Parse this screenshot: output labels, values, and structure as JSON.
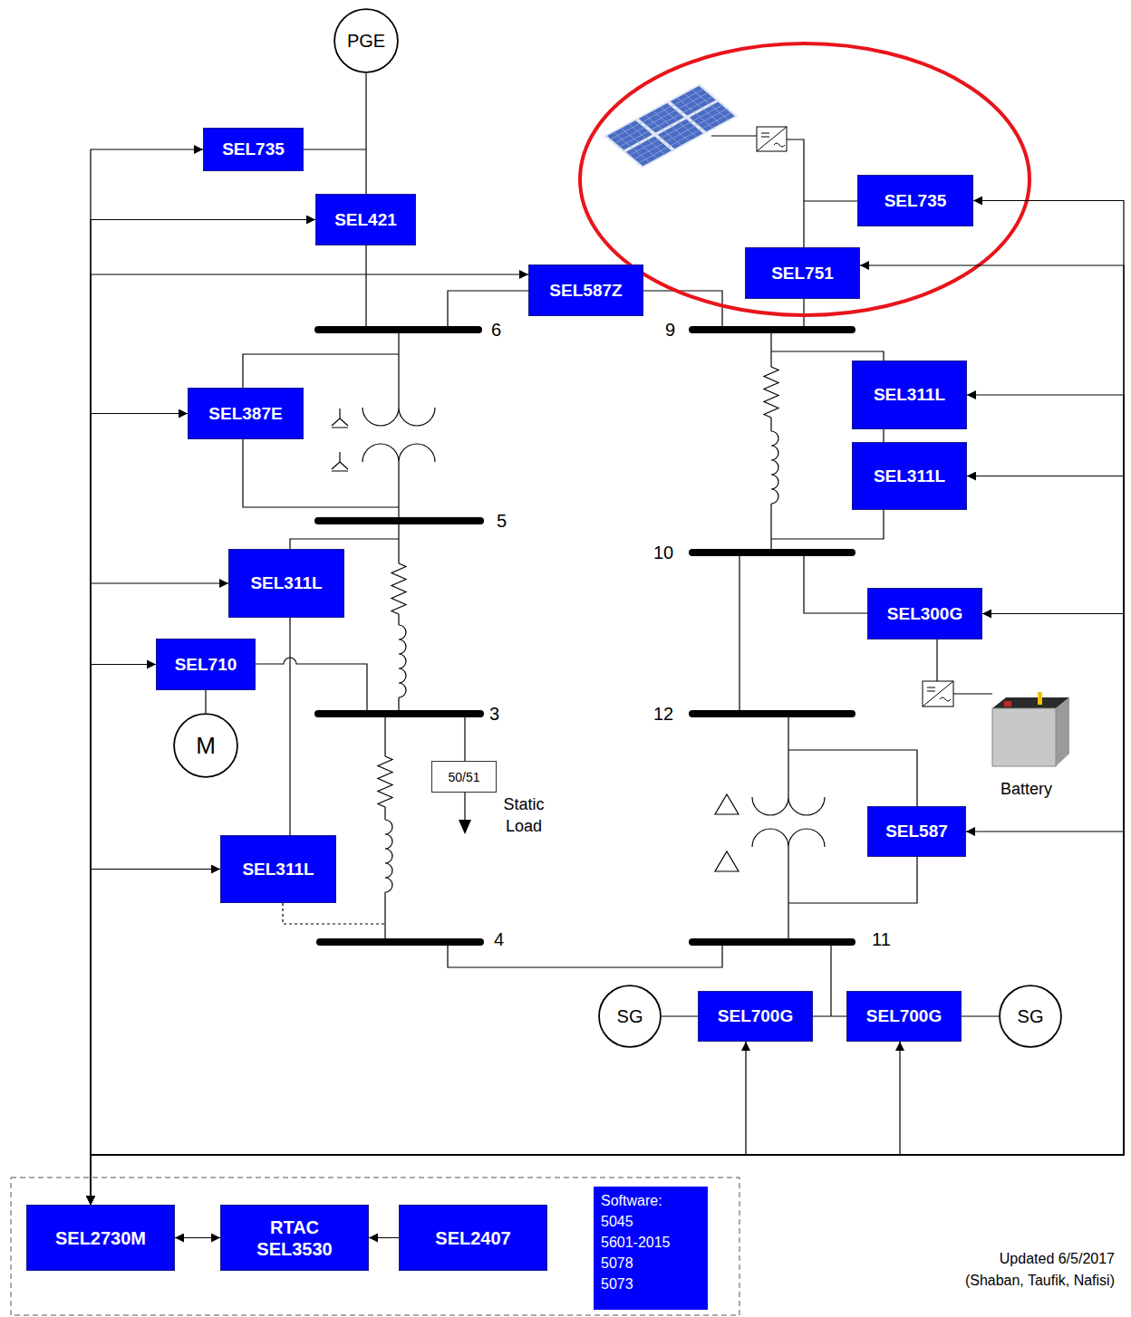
{
  "diagram": {
    "nodes": [
      {
        "text": [
          "PGE"
        ]
      },
      {
        "text": [
          "SEL735"
        ]
      },
      {
        "text": [
          "SEL421"
        ]
      },
      {
        "text": [
          "SEL587Z"
        ]
      },
      {
        "text": [
          "SEL735"
        ]
      },
      {
        "text": [
          "SEL751"
        ]
      },
      {
        "text": [
          "SEL387E"
        ]
      },
      {
        "text": [
          "SEL311L"
        ]
      },
      {
        "text": [
          "SEL311L"
        ]
      },
      {
        "text": [
          "SEL311L"
        ]
      },
      {
        "text": [
          "SEL300G"
        ]
      },
      {
        "text": [
          "SEL710"
        ]
      },
      {
        "text": [
          "M"
        ]
      },
      {
        "text": [
          "50/51"
        ]
      },
      {
        "text": [
          "SEL311L"
        ]
      },
      {
        "text": [
          "SEL587"
        ]
      },
      {
        "text": [
          "SG"
        ]
      },
      {
        "text": [
          "SEL700G"
        ]
      },
      {
        "text": [
          "SEL700G"
        ]
      },
      {
        "text": [
          "SG"
        ]
      },
      {
        "text": [
          "SEL2730M"
        ]
      },
      {
        "text": [
          "RTAC SEL3530"
        ]
      },
      {
        "text": [
          "SEL2407"
        ]
      },
      {
        "text": [
          "Software:",
          "5045",
          "5601-2015",
          "5078",
          "5073"
        ]
      }
    ],
    "edges": [
      {
        "from": 20,
        "to": 1,
        "arrow": "both"
      },
      {
        "from": 20,
        "to": 2,
        "arrow": "both"
      },
      {
        "from": 20,
        "to": 3,
        "arrow": "both"
      },
      {
        "from": 20,
        "to": 4,
        "arrow": "both"
      },
      {
        "from": 20,
        "to": 5,
        "arrow": "both"
      },
      {
        "from": 20,
        "to": 6,
        "arrow": "both"
      },
      {
        "from": 20,
        "to": 7,
        "arrow": "both"
      },
      {
        "from": 20,
        "to": 8,
        "arrow": "both"
      },
      {
        "from": 20,
        "to": 9,
        "arrow": "both"
      },
      {
        "from": 20,
        "to": 10,
        "arrow": "both"
      },
      {
        "from": 20,
        "to": 11,
        "arrow": "both"
      },
      {
        "from": 20,
        "to": 14,
        "arrow": "both"
      },
      {
        "from": 20,
        "to": 15,
        "arrow": "both"
      },
      {
        "from": 20,
        "to": 17,
        "arrow": "both"
      },
      {
        "from": 20,
        "to": 18,
        "arrow": "both"
      },
      {
        "from": 20,
        "to": 21,
        "arrow": "both"
      },
      {
        "from": 22,
        "to": 21,
        "arrow": "to"
      },
      {
        "from": 0,
        "to": 2,
        "arrow": "none"
      },
      {
        "from": 11,
        "to": 12,
        "arrow": "none"
      },
      {
        "from": 16,
        "to": 17,
        "arrow": "none"
      },
      {
        "from": 19,
        "to": 18,
        "arrow": "none"
      },
      {
        "from": 7,
        "to": 8,
        "arrow": "none"
      },
      {
        "from": 9,
        "to": 14,
        "arrow": "none"
      }
    ],
    "labels": [
      "6",
      "9",
      "5",
      "10",
      "3",
      "Static Load",
      "12",
      "Battery",
      "4",
      "11",
      "Updated 6/5/2017 (Shaban, Taufik, Nafisi)"
    ]
  }
}
